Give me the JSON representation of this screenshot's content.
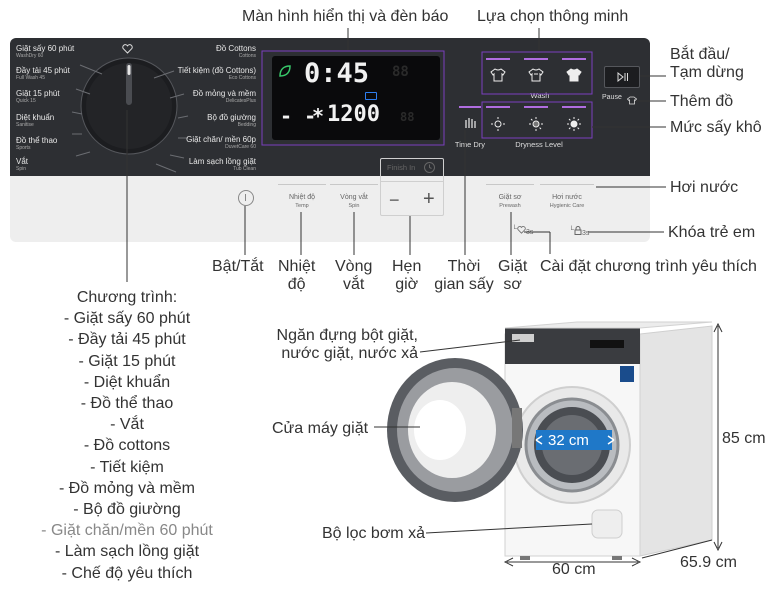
{
  "callouts": {
    "display": "Màn hình hiển thị và đèn báo",
    "smart_select": "Lựa chọn thông minh",
    "start_pause_1": "Bắt đầu/",
    "start_pause_2": "Tạm dừng",
    "add_clothes": "Thêm đồ",
    "dryness": "Mức sấy khô",
    "steam": "Hơi nước",
    "child_lock": "Khóa trẻ em",
    "favorite": "Cài đặt chương trình yêu thích",
    "power": "Bật/Tắt",
    "temp_1": "Nhiệt",
    "temp_2": "độ",
    "spin_1": "Vòng",
    "spin_2": "vắt",
    "timer_1": "Hẹn",
    "timer_2": "giờ",
    "drytime_1": "Thời",
    "drytime_2": "gian sấy",
    "prewash_1": "Giặt",
    "prewash_2": "sơ",
    "detergent_1": "Ngăn đựng bột giặt,",
    "detergent_2": "nước giặt, nước xả",
    "door": "Cửa máy giặt",
    "filter": "Bộ lọc bơm xả"
  },
  "program_list": {
    "title": "Chương trình:",
    "items": [
      "- Giặt sấy 60 phút",
      "- Đầy tải 45 phút",
      "- Giặt 15 phút",
      "- Diệt khuẩn",
      "- Đồ thể thao",
      "- Vắt",
      "- Đồ cottons",
      "- Tiết kiệm",
      "- Đồ mỏng và mềm",
      "- Bộ đồ giường",
      "- Giặt chăn/mền 60 phút",
      "- Làm sạch lồng giặt",
      "- Chế độ yêu thích"
    ]
  },
  "panel": {
    "left_programs": [
      {
        "label": "Giặt sấy 60 phút",
        "sub": "WashDry 60"
      },
      {
        "label": "Đầy tải 45 phút",
        "sub": "Full Wash 45"
      },
      {
        "label": "Giặt 15 phút",
        "sub": "Quick 15"
      },
      {
        "label": "Diệt khuẩn",
        "sub": "Sanitise"
      },
      {
        "label": "Đồ thể thao",
        "sub": "Sports"
      },
      {
        "label": "Vắt",
        "sub": "Spin"
      }
    ],
    "right_programs": [
      {
        "label": "Đồ Cottons",
        "sub": "Cottons"
      },
      {
        "label": "Tiết kiệm (đồ Cottons)",
        "sub": "Eco Cottons"
      },
      {
        "label": "Đồ mỏng và mềm",
        "sub": "DelicatesPlus"
      },
      {
        "label": "Bộ đồ giường",
        "sub": "Bedding"
      },
      {
        "label": "Giặt chăn/ mền 60p",
        "sub": "DuvetCare 60"
      },
      {
        "label": "Làm sạch lồng giặt",
        "sub": "Tub Clean"
      }
    ],
    "lcd_time": "0:45",
    "lcd_spin": "1200",
    "lcd_dashes": "- -",
    "wash_label": "Wash",
    "dryness_label": "Dryness Level",
    "time_dry_label": "Time Dry",
    "pause_label": "Pause",
    "finish_in_label": "Finish In",
    "minus": "−",
    "plus": "+",
    "temp_btn": "Nhiệt độ",
    "temp_btn_sub": "Temp",
    "spin_btn": "Vòng vắt",
    "spin_btn_sub": "Spin",
    "prewash_btn": "Giặt sơ",
    "prewash_btn_sub": "Prewash",
    "steam_btn": "Hơi nước",
    "steam_btn_sub": "Hygienic Care",
    "hold_3s": "3s"
  },
  "dimensions": {
    "drum": "32 cm",
    "height": "85 cm",
    "width": "60 cm",
    "depth": "65.9 cm"
  },
  "colors": {
    "panel_dark": "#2d2f33",
    "panel_light": "#eeeeee",
    "accent_purple": "#b06de0",
    "drum_blue": "#1f78c8"
  }
}
